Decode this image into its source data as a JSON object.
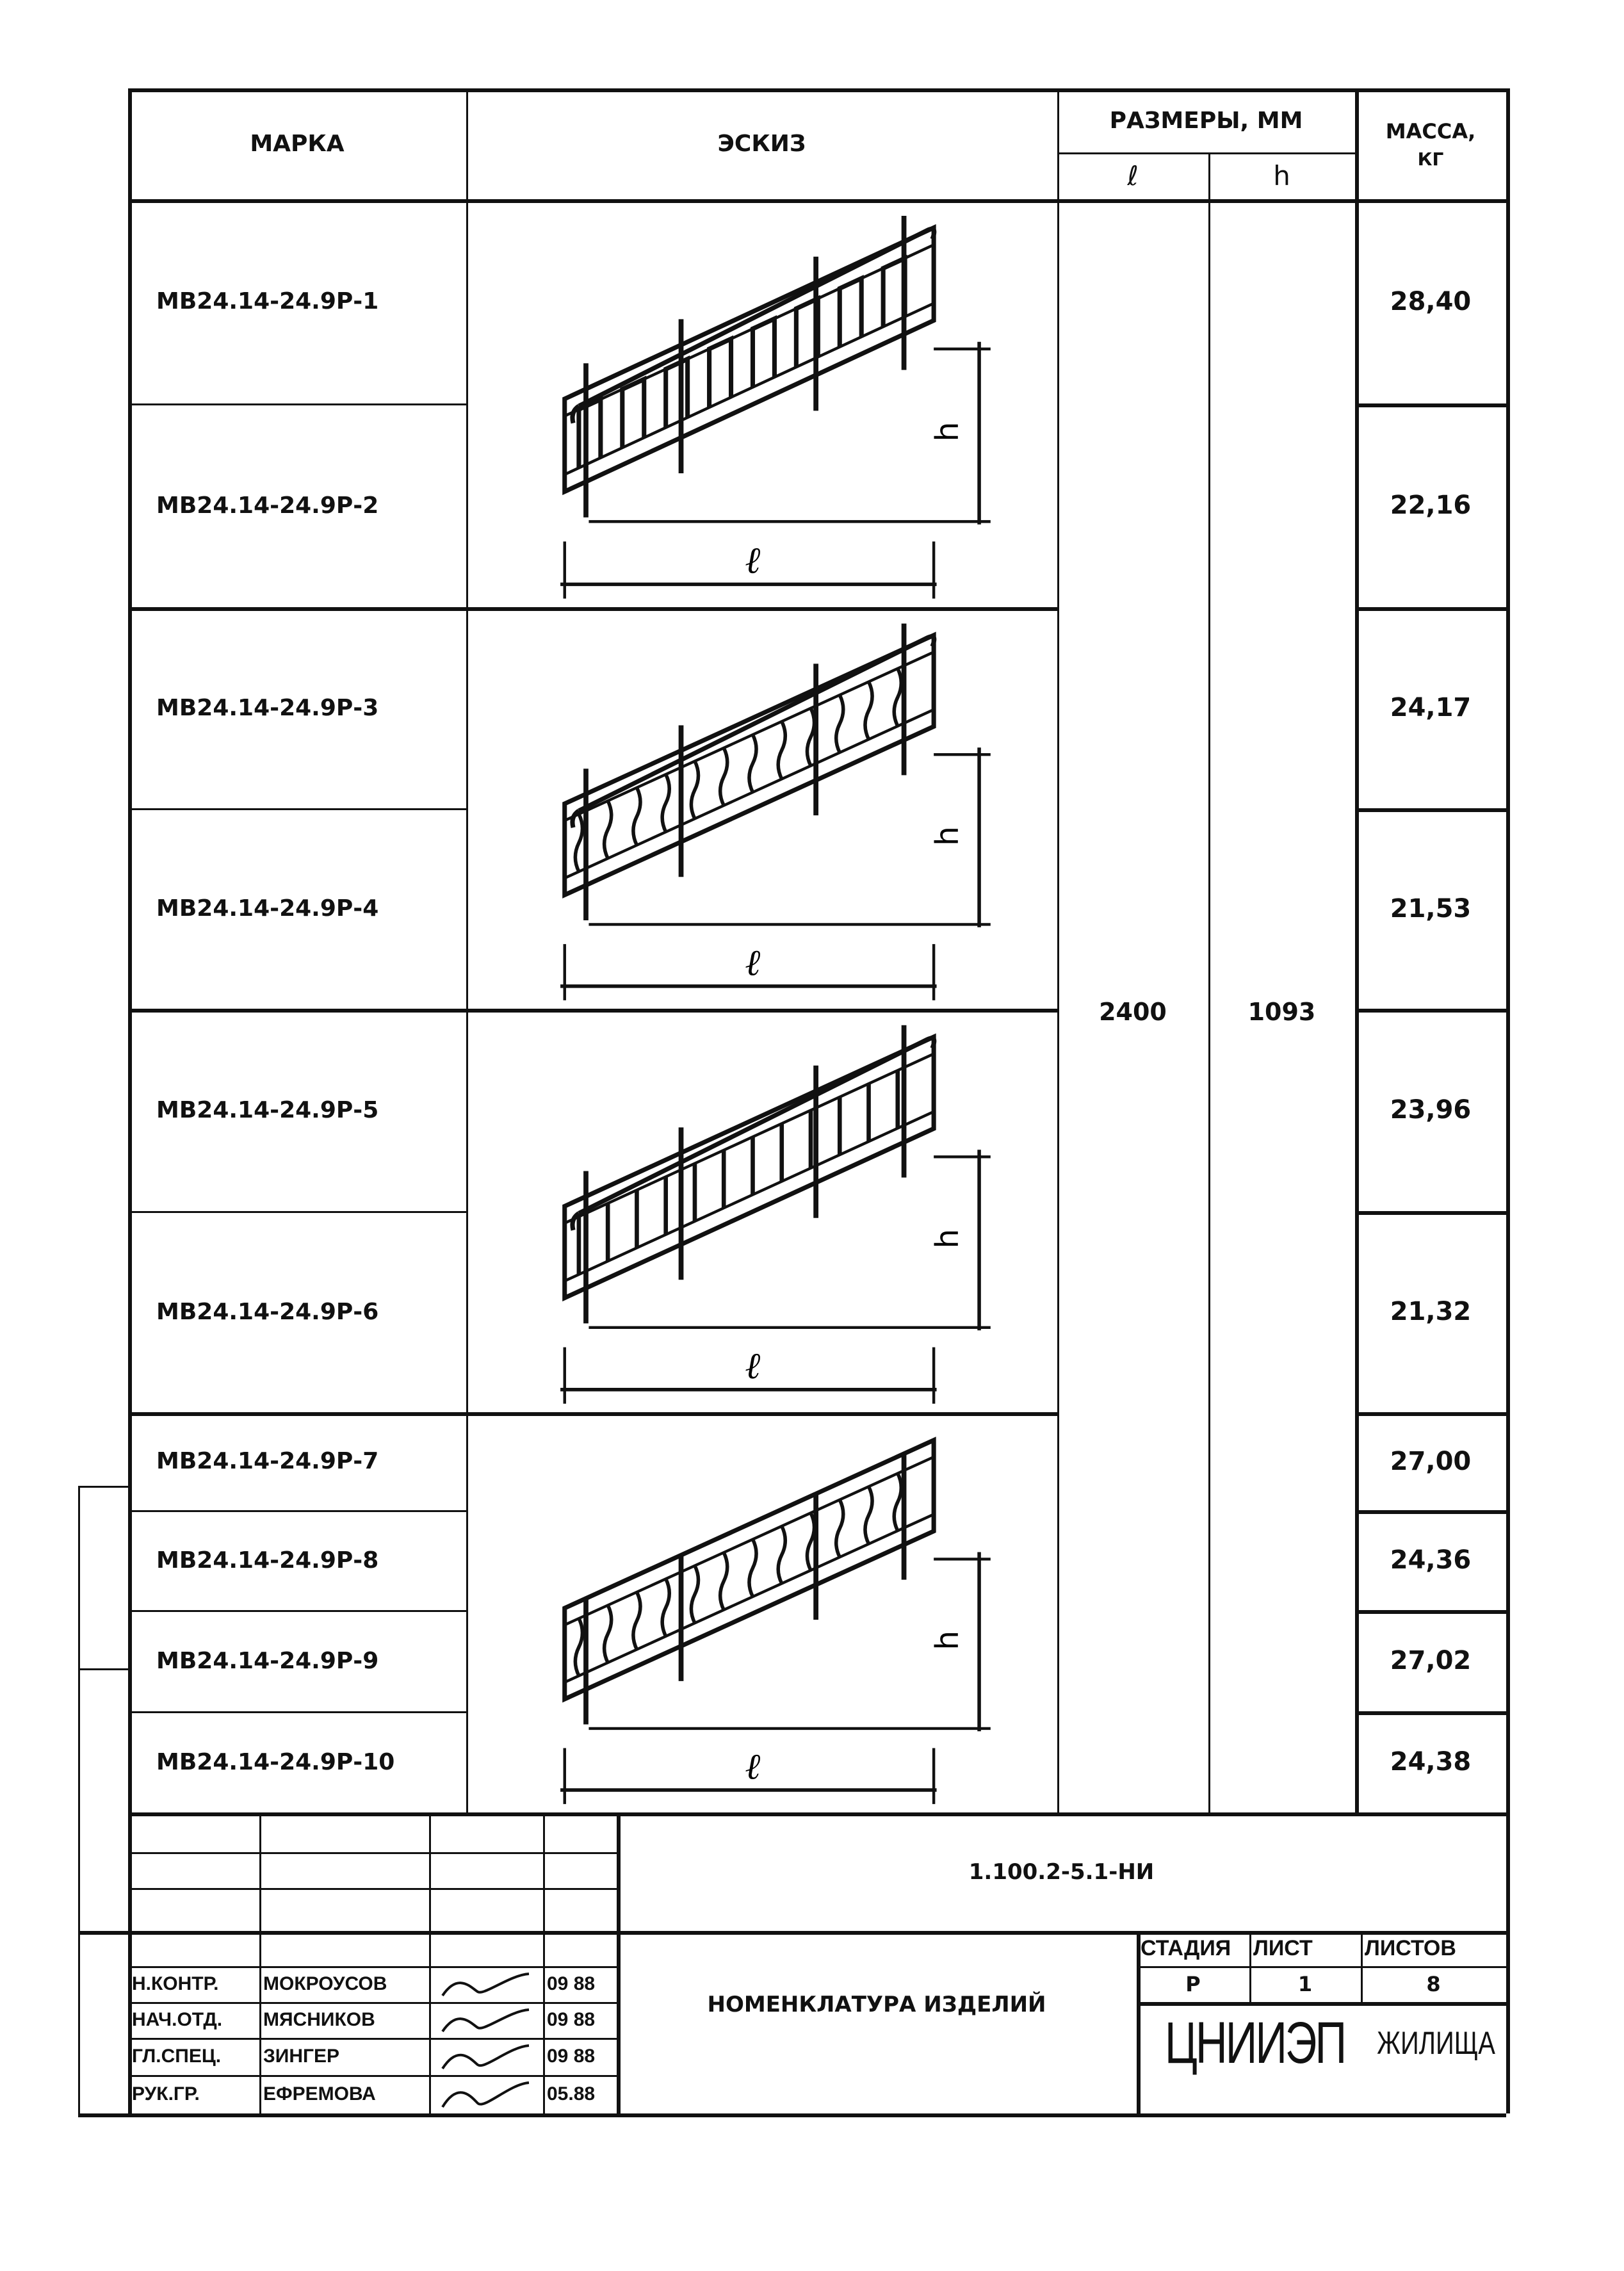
{
  "header": {
    "mark": "МАРКА",
    "sketch": "ЭСКИЗ",
    "dims": "РАЗМЕРЫ, ММ",
    "l": "ℓ",
    "h": "h",
    "mass": "МАССА,",
    "mass_unit": "КГ"
  },
  "rows": [
    {
      "mark": "МВ24.14-24.9Р-1",
      "mass": "28,40"
    },
    {
      "mark": "МВ24.14-24.9Р-2",
      "mass": "22,16"
    },
    {
      "mark": "МВ24.14-24.9Р-3",
      "mass": "24,17"
    },
    {
      "mark": "МВ24.14-24.9Р-4",
      "mass": "21,53"
    },
    {
      "mark": "МВ24.14-24.9Р-5",
      "mass": "23,96"
    },
    {
      "mark": "МВ24.14-24.9Р-6",
      "mass": "21,32"
    },
    {
      "mark": "МВ24.14-24.9Р-7",
      "mass": "27,00"
    },
    {
      "mark": "МВ24.14-24.9Р-8",
      "mass": "24,36"
    },
    {
      "mark": "МВ24.14-24.9Р-9",
      "mass": "27,02"
    },
    {
      "mark": "МВ24.14-24.9Р-10",
      "mass": "24,38"
    }
  ],
  "dims": {
    "l": "2400",
    "h": "1093"
  },
  "sketches": [
    {
      "infill": "meander"
    },
    {
      "infill": "wavy"
    },
    {
      "infill": "bars"
    },
    {
      "infill": "wavy-no-handrail"
    }
  ],
  "sketch_labels": {
    "l": "ℓ",
    "h": "h"
  },
  "title_block": {
    "code": "1.100.2-5.1-НИ",
    "name": "НОМЕНКЛАТУРА ИЗДЕЛИЙ",
    "stage_h": "СТАДИЯ",
    "sheet_h": "ЛИСТ",
    "sheets_h": "ЛИСТОВ",
    "stage": "Р",
    "sheet": "1",
    "sheets": "8",
    "org": "ЦНИИЭП",
    "org2": "ЖИЛИЩА",
    "people": [
      {
        "role": "Н.КОНТР.",
        "name": "МОКРОУСОВ",
        "date": "09 88"
      },
      {
        "role": "НАЧ.ОТД.",
        "name": "МЯСНИКОВ",
        "date": "09 88"
      },
      {
        "role": "ГЛ.СПЕЦ.",
        "name": "ЗИНГЕР",
        "date": "09 88"
      },
      {
        "role": "РУК.ГР.",
        "name": "ЕФРЕМОВА",
        "date": "05.88"
      }
    ]
  }
}
